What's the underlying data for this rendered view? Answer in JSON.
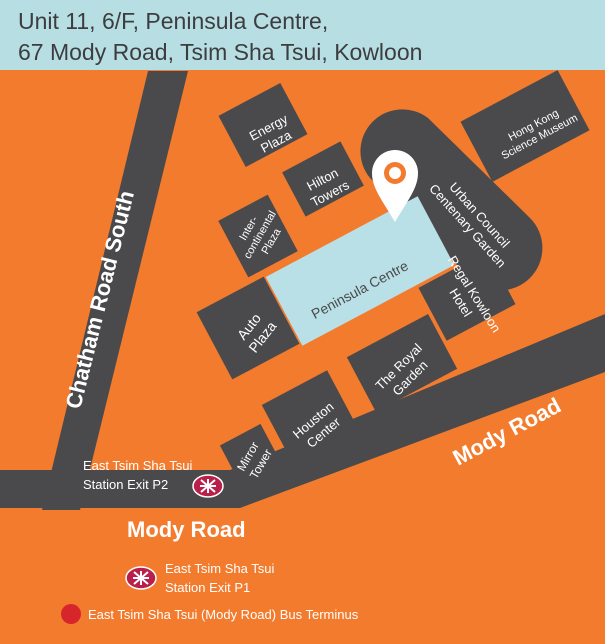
{
  "header": {
    "line1": "Unit 11, 6/F, Peninsula Centre,",
    "line2": "67 Mody Road, Tsim Sha Tsui, Kowloon"
  },
  "roads": {
    "chatham": "Chatham Road South",
    "mody_diagonal": "Mody Road",
    "mody_horizontal": "Mody Road"
  },
  "buildings": {
    "energy_plaza": [
      "Energy",
      "Plaza"
    ],
    "hilton_towers": [
      "Hilton",
      "Towers"
    ],
    "intercontinental_plaza": [
      "Inter-",
      "continental",
      "Plaza"
    ],
    "peninsula_centre": "Peninsula Centre",
    "auto_plaza": [
      "Auto",
      "Plaza"
    ],
    "royal_garden": [
      "The Royal",
      "Garden"
    ],
    "houston_center": [
      "Houston",
      "Center"
    ],
    "mirror_tower": [
      "Mirror",
      "Tower"
    ],
    "regal_kowloon_hotel": [
      "Regal Kowloon",
      "Hotel"
    ],
    "urban_council_garden": [
      "Urban Council",
      "Centenary Garden"
    ],
    "hk_science_museum": [
      "Hong Kong",
      "Science Museum"
    ]
  },
  "stations": {
    "exit_p2": [
      "East Tsim Sha Tsui",
      "Station Exit P2"
    ],
    "exit_p1": [
      "East Tsim Sha Tsui",
      "Station Exit P1"
    ]
  },
  "legend": {
    "bus_terminus": "East Tsim Sha Tsui (Mody Road) Bus Terminus"
  },
  "colors": {
    "background": "#f37b2d",
    "header": "#b7dfe3",
    "road": "#4a4a4c",
    "building": "#4a4a4c",
    "highlight": "#b9e0e6",
    "mtr": "#b8204b",
    "bus": "#d7262b",
    "pin": "#ffffff"
  }
}
